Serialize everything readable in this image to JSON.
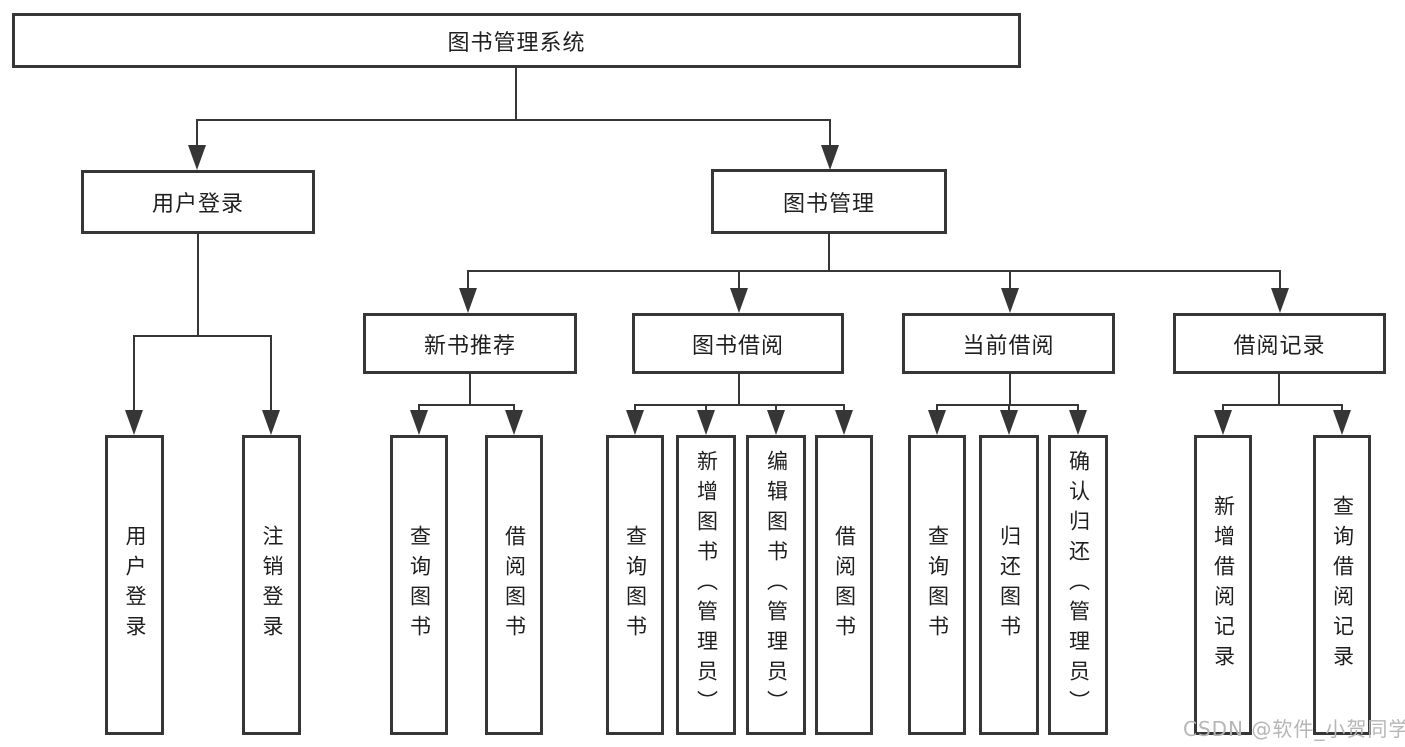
{
  "colors": {
    "background": "#ffffff",
    "line": "#363636",
    "text": "#1f1f1f",
    "watermark": "#b6b6b6"
  },
  "diagram": {
    "root": "图书管理系统",
    "level2": [
      "用户登录",
      "图书管理"
    ],
    "level3": [
      "新书推荐",
      "图书借阅",
      "当前借阅",
      "借阅记录"
    ],
    "leaves": {
      "user_login": [
        "用户登录",
        "注销登录"
      ],
      "new_book_rec": [
        "查询图书",
        "借阅图书"
      ],
      "book_borrow": [
        "查询图书",
        "新增图书（管理员）",
        "编辑图书（管理员）",
        "借阅图书"
      ],
      "current_borrow": [
        "查询图书",
        "归还图书",
        "确认归还（管理员）"
      ],
      "borrow_records": [
        "新增借阅记录",
        "查询借阅记录"
      ]
    }
  },
  "watermark": "CSDN @软件_小贺同学"
}
